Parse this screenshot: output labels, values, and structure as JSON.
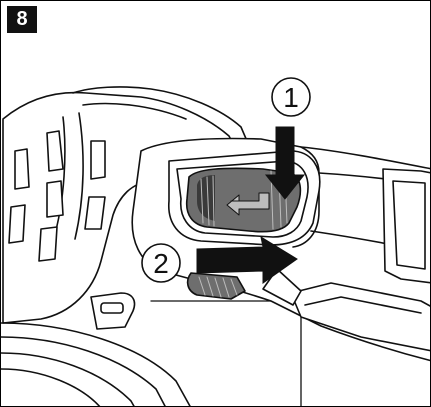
{
  "figure": {
    "step_number": "8",
    "callouts": [
      {
        "label": "1",
        "action": "press-down"
      },
      {
        "label": "2",
        "action": "slide-forward"
      }
    ],
    "colors": {
      "line": "#111111",
      "shade_dark": "#3a3a3a",
      "shade_mid": "#6e6e6e",
      "shade_light": "#bdbdbd",
      "background": "#ffffff"
    }
  }
}
